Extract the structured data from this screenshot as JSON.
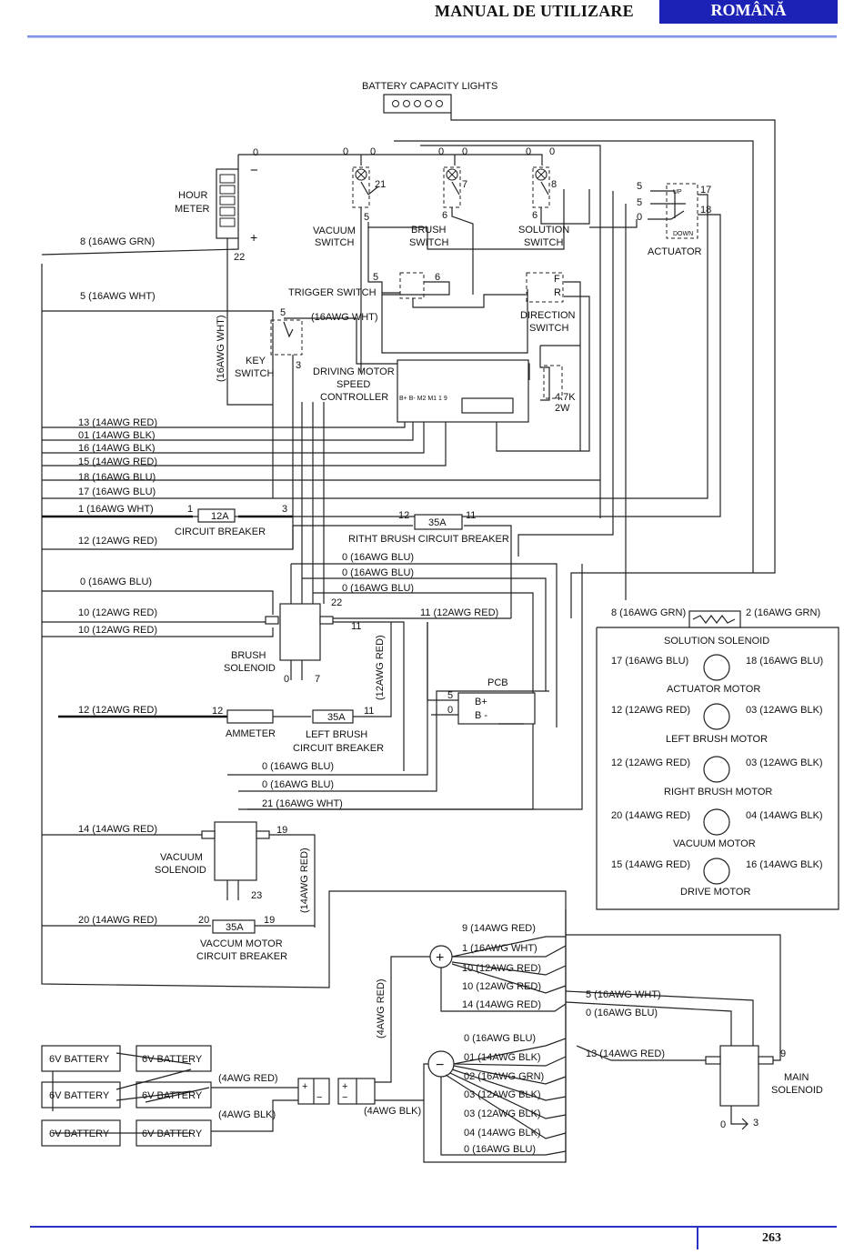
{
  "header": {
    "title": "MANUAL DE UTILIZARE",
    "language": "ROMÂNĂ",
    "accent_color": "#1c22b5"
  },
  "footer": {
    "page_number": "263"
  },
  "components": {
    "battery_lights": "BATTERY CAPACITY LIGHTS",
    "hour_meter": [
      "HOUR",
      "METER"
    ],
    "vacuum_switch": [
      "VACUUM",
      "SWITCH"
    ],
    "brush_switch": [
      "BRUSH",
      "SWITCH"
    ],
    "solution_switch": [
      "SOLUTION",
      "SWITCH"
    ],
    "actuator": "ACTUATOR",
    "actuator_up": "UP",
    "actuator_down": "DOWN",
    "trigger_switch": "TRIGGER SWITCH",
    "direction_switch": [
      "DIRECTION",
      "SWITCH"
    ],
    "direction_f": "F",
    "direction_r": "R",
    "key_switch": [
      "KEY",
      "SWITCH"
    ],
    "controller": [
      "DRIVING MOTOR",
      "SPEED",
      "CONTROLLER"
    ],
    "controller_pins": "B+ B-   M2    M1   1                    9",
    "resistor": [
      "4.7K",
      "2W"
    ],
    "cb1": "CIRCUIT BREAKER",
    "cb1_rating": "12A",
    "right_cb": "RITHT BRUSH  CIRCUIT BREAKER",
    "right_cb_rating": "35A",
    "brush_solenoid": [
      "BRUSH",
      "SOLENOID"
    ],
    "pcb": "PCB",
    "pcb_bplus": "B+",
    "pcb_bminus": "B -",
    "ammeter": "AMMETER",
    "left_cb": [
      "LEFT BRUSH",
      "CIRCUIT BREAKER"
    ],
    "left_cb_rating": "35A",
    "vacuum_solenoid": [
      "VACUUM",
      "SOLENOID"
    ],
    "vac_cb": [
      "VACCUM MOTOR",
      "CIRCUIT BREAKER"
    ],
    "vac_cb_rating": "35A",
    "main_solenoid": [
      "MAIN",
      "SOLENOID"
    ],
    "battery": "6V BATTERY",
    "plus": "+",
    "minus": "−"
  },
  "wire_labels": {
    "hour_0": "0",
    "hour_minus": "−",
    "hour_plus": "+",
    "hour_22": "22",
    "vac_0a": "0",
    "vac_0b": "0",
    "vac_21": "21",
    "vac_5": "5",
    "brush_0a": "0",
    "brush_0b": "0",
    "brush_7": "7",
    "brush_6": "6",
    "sol_0a": "0",
    "sol_0b": "0",
    "sol_8": "8",
    "sol_6": "6",
    "act_5a": "5",
    "act_5b": "5",
    "act_0": "0",
    "act_17": "17",
    "act_18": "18",
    "trig_5": "5",
    "trig_6": "6",
    "key_5": "5",
    "key_3": "3",
    "key_wire": "(16AWG WHT)",
    "key_vertical": "(16AWG WHT)",
    "left_w8": "8  (16AWG GRN)",
    "left_w5": "5  (16AWG WHT)",
    "left_w13": "13  (14AWG RED)",
    "left_w01": "01  (14AWG BLK)",
    "left_w16": "16  (14AWG BLK)",
    "left_w15": "15  (14AWG RED)",
    "left_w18": "18  (16AWG BLU)",
    "left_w17": "17  (16AWG BLU)",
    "left_w1": "1   (16AWG WHT)",
    "cb1_1": "1",
    "cb1_3": "3",
    "left_w12": "12  (12AWG RED)",
    "rcb_12": "12",
    "rcb_11": "11",
    "w0a": "0   (16AWG BLU)",
    "w0b": "0   (16AWG BLU)",
    "w0c": "0   (16AWG BLU)",
    "left_w0": "0  (16AWG BLU)",
    "left_w10a": "10  (12AWG RED)",
    "left_w10b": "10  (12AWG RED)",
    "bs_22": "22",
    "bs_11": "11",
    "bs_11red": "11  (12AWG RED)",
    "bs_0": "0",
    "bs_7": "7",
    "vert_12red": "(12AWG RED)",
    "pcb_5": "5",
    "pcb_0": "0",
    "left_w12b": "12  (12AWG RED)",
    "am_12": "12",
    "am_11": "11",
    "vs_0a": "0   (16AWG BLU)",
    "vs_0b": "0   (16AWG BLU)",
    "vs_21": "21   (16AWG WHT)",
    "left_w14": "14  (14AWG RED)",
    "vs_19": "19",
    "vs_23": "23",
    "vert_14red": "(14AWG RED)",
    "left_w20": "20  (14AWG RED)",
    "vcb_20": "20",
    "vcb_19": "19",
    "m_sol_l": "8  (16AWG GRN)",
    "m_sol_r": "2  (16AWG GRN)",
    "m_sol_n": "SOLUTION SOLENOID",
    "m_act_l": "17  (16AWG BLU)",
    "m_act_r": "18  (16AWG BLU)",
    "m_act_n": "ACTUATOR MOTOR",
    "m_lb_l": "12  (12AWG RED)",
    "m_lb_r": "03  (12AWG BLK)",
    "m_lb_n": "LEFT BRUSH MOTOR",
    "m_rb_l": "12  (12AWG RED)",
    "m_rb_r": "03  (12AWG BLK)",
    "m_rb_n": "RIGHT BRUSH MOTOR",
    "m_vac_l": "20  (14AWG RED)",
    "m_vac_r": "04  (14AWG BLK)",
    "m_vac_n": "VACUUM MOTOR",
    "m_drv_l": "15  (14AWG RED)",
    "m_drv_r": "16  (14AWG BLK)",
    "m_drv_n": "DRIVE MOTOR",
    "p_9": "9  (14AWG RED)",
    "p_1": "1  (16AWG WHT)",
    "p_10a": "10  (12AWG RED)",
    "p_10b": "10  (12AWG RED)",
    "p_14": "14  (14AWG RED)",
    "n_0a": "0   (16AWG BLU)",
    "n_01": "01  (14AWG BLK)",
    "n_02": "02  (16AWG GRN)",
    "n_03a": "03  (12AWG BLK)",
    "n_03b": "03  (12AWG BLK)",
    "n_04": "04  (14AWG BLK)",
    "n_0b": "0   (16AWG BLU)",
    "vert_4red": "(4AWG RED)",
    "bat_4red": "(4AWG RED)",
    "bat_4blk": "(4AWG BLK)",
    "bat_4blk2": "(4AWG BLK)",
    "ms_5": "5  (16AWG WHT)",
    "ms_0": "0  (16AWG BLU)",
    "ms_13": "13  (14AWG RED)",
    "ms_9": "9",
    "ms_0b": "0",
    "ms_3": "3"
  }
}
